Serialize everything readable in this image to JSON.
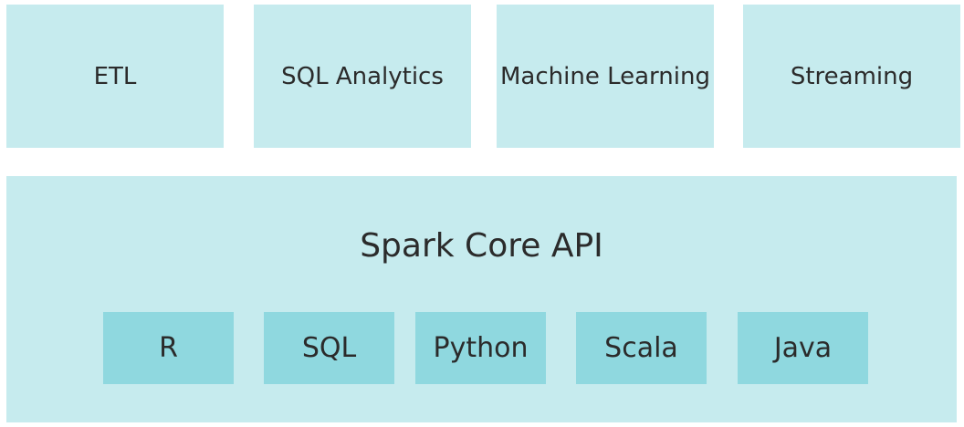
{
  "colors": {
    "light_block": "#c6ebee",
    "dark_block": "#8fd8df",
    "text": "#2b2b2b",
    "background": "#ffffff"
  },
  "top_row": [
    {
      "label": "ETL"
    },
    {
      "label": "SQL Analytics"
    },
    {
      "label": "Machine Learning"
    },
    {
      "label": "Streaming"
    }
  ],
  "core": {
    "title": "Spark Core API",
    "languages": [
      {
        "label": "R"
      },
      {
        "label": "SQL"
      },
      {
        "label": "Python"
      },
      {
        "label": "Scala"
      },
      {
        "label": "Java"
      }
    ]
  }
}
